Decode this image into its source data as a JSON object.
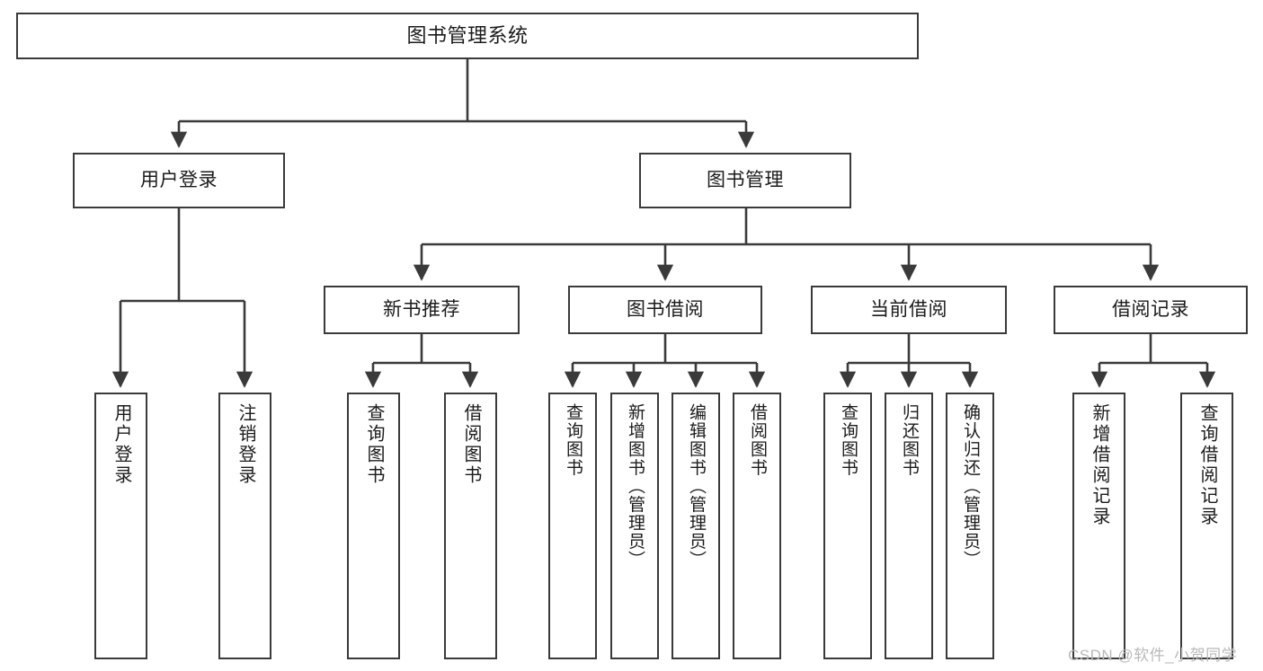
{
  "diagram": {
    "title": "图书管理系统",
    "type": "functional-structure-tree",
    "stroke_color": "#3a3a3a",
    "background_color": "#ffffff",
    "text_color": "#1b1b1b",
    "watermark": "CSDN @软件_小贺同学",
    "watermark_color": "#b9b9b9"
  },
  "root": {
    "label": "图书管理系统"
  },
  "level2": [
    {
      "label": "用户登录"
    },
    {
      "label": "图书管理"
    }
  ],
  "level3": [
    {
      "label": "新书推荐"
    },
    {
      "label": "图书借阅"
    },
    {
      "label": "当前借阅"
    },
    {
      "label": "借阅记录"
    }
  ],
  "leaves": {
    "user_login": [
      {
        "label": "用户登录"
      },
      {
        "label": "注销登录"
      }
    ],
    "new_book_recommend": [
      {
        "label": "查询图书"
      },
      {
        "label": "借阅图书"
      }
    ],
    "book_borrow": [
      {
        "label": "查询图书"
      },
      {
        "label": "新增图书（管理员）"
      },
      {
        "label": "编辑图书（管理员）"
      },
      {
        "label": "借阅图书"
      }
    ],
    "current_borrow": [
      {
        "label": "查询图书"
      },
      {
        "label": "归还图书"
      },
      {
        "label": "确认归还（管理员）"
      }
    ],
    "borrow_record": [
      {
        "label": "新增借阅记录"
      },
      {
        "label": "查询借阅记录"
      }
    ]
  }
}
